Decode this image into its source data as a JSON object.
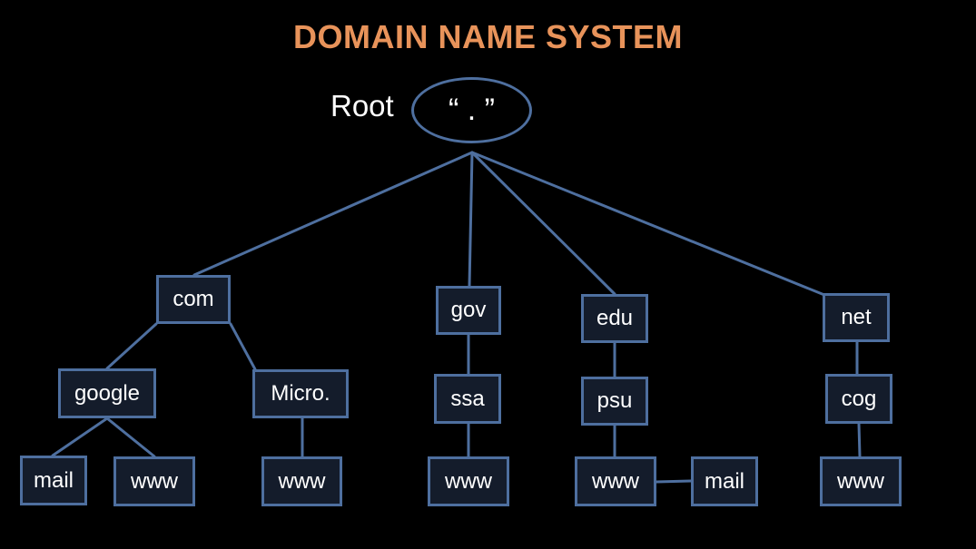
{
  "title": "DOMAIN NAME SYSTEM",
  "root": {
    "label": "Root",
    "symbol": "“ . ”"
  },
  "tld": {
    "com": "com",
    "gov": "gov",
    "edu": "edu",
    "net": "net"
  },
  "second_level": {
    "google": "google",
    "micro": "Micro.",
    "ssa": "ssa",
    "psu": "psu",
    "cog": "cog"
  },
  "hosts": {
    "google_mail": "mail",
    "google_www": "www",
    "micro_www": "www",
    "ssa_www": "www",
    "psu_www": "www",
    "psu_mail": "mail",
    "cog_www": "www"
  },
  "colors": {
    "background": "#000000",
    "title": "#e8935a",
    "line": "#4e6f9f",
    "box_fill": "#141c2b",
    "text": "#ffffff"
  }
}
